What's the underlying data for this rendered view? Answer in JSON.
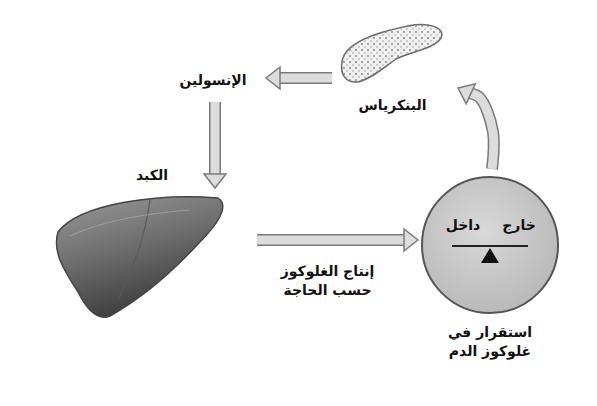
{
  "diagram": {
    "nodes": [
      {
        "text": [
          "البنكرياس"
        ]
      },
      {
        "text": [
          "الإنسولين"
        ]
      },
      {
        "text": [
          "الكبد"
        ]
      },
      {
        "text": [
          "خارج",
          "داخل",
          "استقرار في غلوكوز الدم"
        ]
      }
    ],
    "edges": [
      {
        "from": 0,
        "to": 1,
        "arrow": "to"
      },
      {
        "from": 1,
        "to": 2,
        "arrow": "to"
      },
      {
        "from": 2,
        "to": 3,
        "label": "إنتاج الغلوكوز حسب الحاجة",
        "arrow": "to"
      },
      {
        "from": 3,
        "to": 0,
        "arrow": "to"
      }
    ]
  }
}
